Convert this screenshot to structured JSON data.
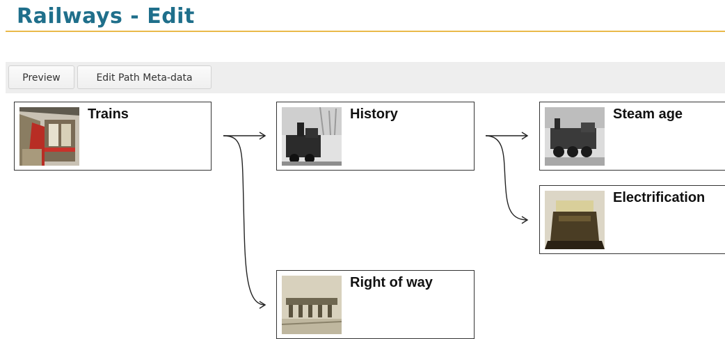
{
  "header": {
    "title": "Railways - Edit"
  },
  "toolbar": {
    "preview_label": "Preview",
    "meta_label": "Edit Path Meta-data"
  },
  "nodes": [
    {
      "id": "trains",
      "label": "Trains",
      "icon": "train-interior-photo"
    },
    {
      "id": "history",
      "label": "History",
      "icon": "steam-locomotive-photo"
    },
    {
      "id": "steam_age",
      "label": "Steam age",
      "icon": "old-locomotive-photo"
    },
    {
      "id": "electrification",
      "label": "Electrification",
      "icon": "electric-car-model-photo"
    },
    {
      "id": "right_of_way",
      "label": "Right of way",
      "icon": "viaduct-photo"
    }
  ],
  "colors": {
    "title": "#1f6f8b",
    "rule": "#e9b949",
    "toolbar": "#eeeeee",
    "border": "#333333"
  }
}
